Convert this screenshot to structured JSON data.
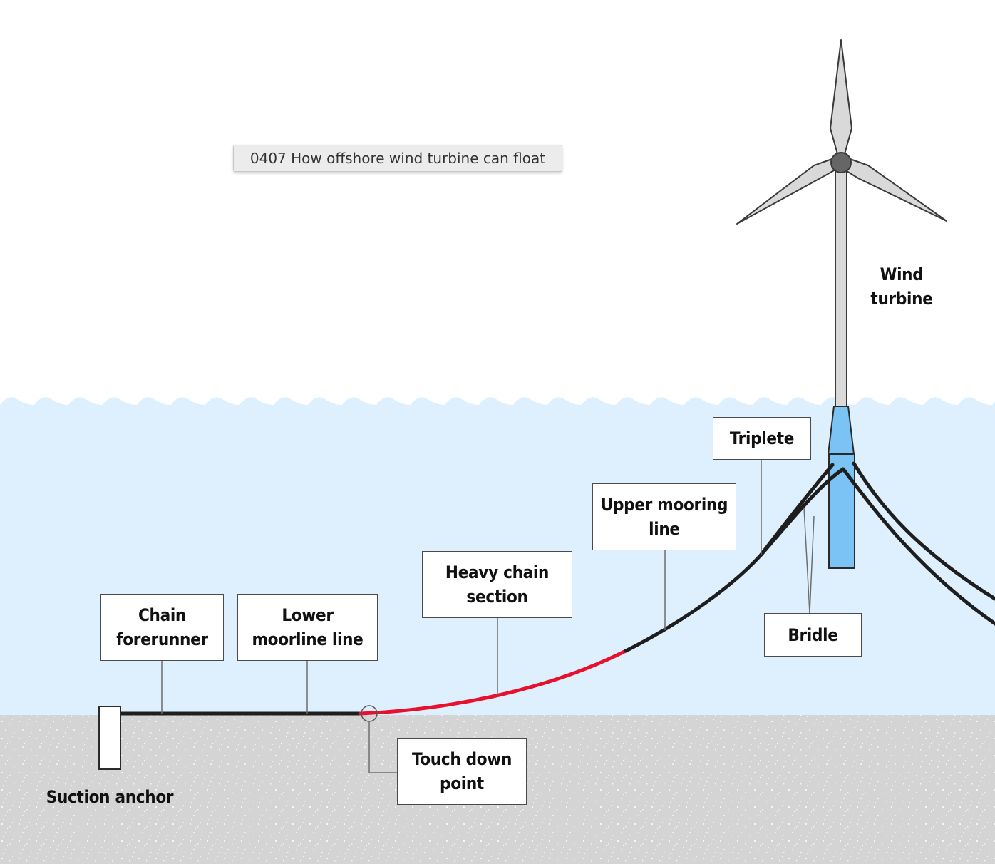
{
  "tooltip": {
    "text": "0407 How offshore wind turbine can float"
  },
  "labels": {
    "wind_turbine": "Wind\nturbine",
    "triplete": "Triplete",
    "upper_mooring_line": "Upper mooring\nline",
    "heavy_chain_section": "Heavy chain\nsection",
    "chain_forerunner": "Chain\nforerunner",
    "lower_moorline_line": "Lower\nmoorline line",
    "bridle": "Bridle",
    "touch_down_point": "Touch down\npoint",
    "suction_anchor": "Suction anchor"
  },
  "colors": {
    "sky": "#ffffff",
    "water": "#def0fd",
    "seabed": "#d4d4d4",
    "mooring_line": "#1e1e1e",
    "heavy_chain": "#e8112d",
    "float": "#7bc3f4",
    "turbine": "#d9d9d9",
    "hub": "#666666"
  }
}
